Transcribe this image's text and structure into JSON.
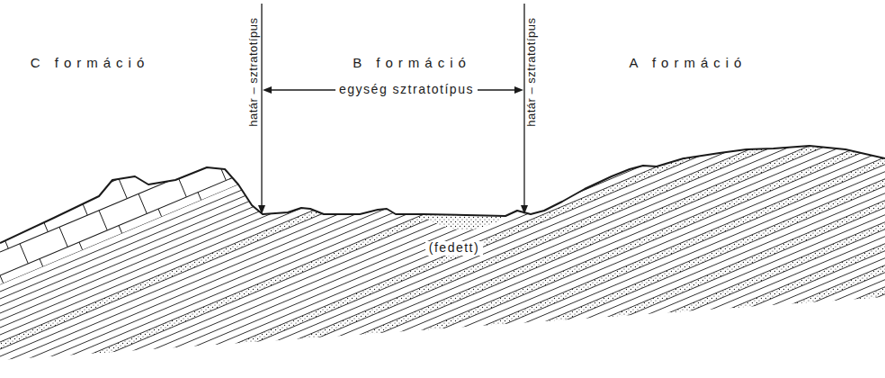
{
  "diagram": {
    "labels": [
      "C formáció",
      "határ – sztratotípus",
      "B formáció",
      "határ – sztratotípus",
      "A formáció",
      "egység sztratotípus",
      "(fedett)"
    ]
  }
}
